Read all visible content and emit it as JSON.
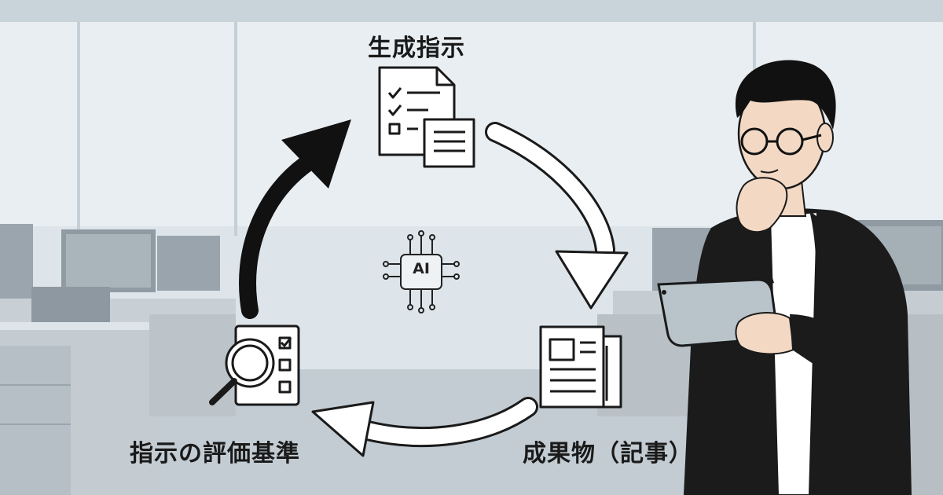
{
  "diagram": {
    "top_label": "生成指示",
    "right_label": "成果物（記事）",
    "left_label": "指示の評価基準",
    "center_chip_text": "AI"
  },
  "icons": {
    "top": "checklist-document-icon",
    "right": "newspaper-article-icon",
    "left": "magnifier-checklist-icon",
    "center": "ai-chip-icon"
  },
  "colors": {
    "background": "#dfe6ea",
    "ink": "#1a1a1a",
    "arrow_outline": "#ffffff",
    "jacket": "#1b1b1b"
  }
}
